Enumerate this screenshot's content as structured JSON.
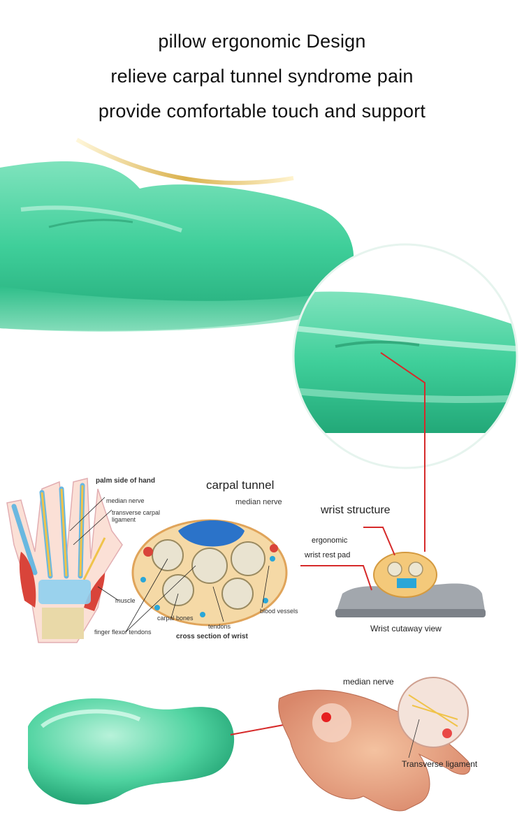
{
  "headlines": {
    "line1": "pillow ergonomic Design",
    "line2": "relieve carpal tunnel syndrome pain",
    "line3": "provide comfortable touch and support"
  },
  "anatomy": {
    "palm_side": "palm side of hand",
    "median_nerve": "median nerve",
    "transverse_carpal_1": "transverse carpal",
    "transverse_carpal_2": "ligament",
    "muscle": "muscle",
    "finger_flexor": "finger flexor tendons",
    "carpal_tunnel": "carpal tunnel",
    "median_nerve_2": "median nerve",
    "carpal_bones": "carpal bones",
    "tendons": "tendons",
    "blood_vessels": "blood vessels",
    "cross_section": "cross section of wrist"
  },
  "wrist": {
    "structure": "wrist structure",
    "ergonomic": "ergonomic",
    "rest_pad": "wrist rest pad",
    "cutaway": "Wrist cutaway view"
  },
  "hand_callout": {
    "median_nerve": "median nerve",
    "transverse": "Transverse ligament"
  },
  "colors": {
    "gel_green": "#3fcf9a",
    "gel_dark": "#22a878",
    "callout_red": "#d62a2a",
    "tendon_blue": "#6ab8e0",
    "bone": "#e9d9a8",
    "muscle_red": "#d9443a"
  }
}
